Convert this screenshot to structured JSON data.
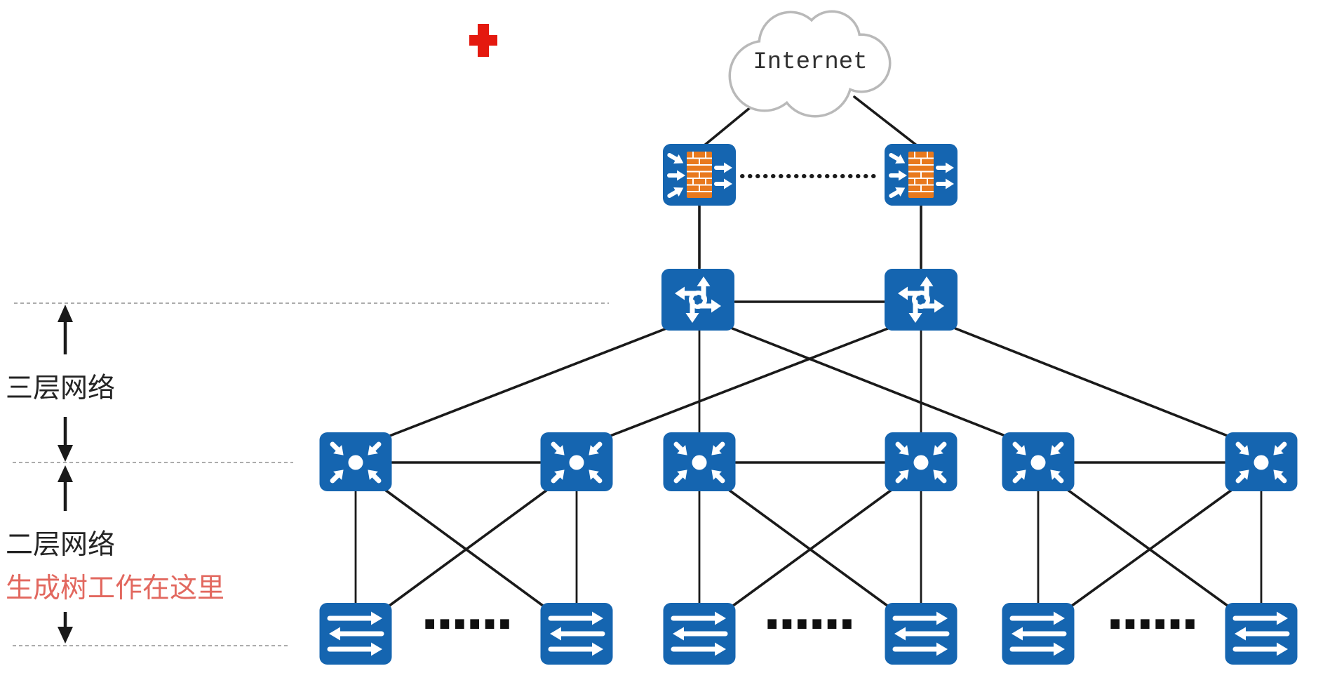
{
  "cloud": {
    "label": "Internet"
  },
  "annotations": {
    "layer3_label": "三层网络",
    "layer2_label": "二层网络",
    "stp_note": "生成树工作在这里",
    "ellipsis": "......"
  },
  "legend_colors": {
    "node_blue": "#1565b0",
    "firewall_brick_orange": "#e8791d",
    "link_black": "#1a1a1a",
    "stp_note_red": "#e2685f",
    "plus_marker_red": "#e4190f",
    "cloud_outline_gray": "#b9b9b9",
    "divider_dash_gray": "#909090"
  },
  "topology": {
    "layers": [
      {
        "name": "internet",
        "nodes": [
          "internet-cloud"
        ]
      },
      {
        "name": "firewalls",
        "nodes": [
          "firewall-1",
          "firewall-2"
        ]
      },
      {
        "name": "core-layer3-routers",
        "nodes": [
          "core-router-1",
          "core-router-2"
        ]
      },
      {
        "name": "aggregation-switches",
        "nodes": [
          "agg-switch-1",
          "agg-switch-2",
          "agg-switch-3",
          "agg-switch-4",
          "agg-switch-5",
          "agg-switch-6"
        ]
      },
      {
        "name": "access-switches",
        "nodes": [
          "access-switch-1",
          "access-switch-2",
          "access-switch-3",
          "access-switch-4",
          "access-switch-5",
          "access-switch-6"
        ]
      }
    ],
    "links": [
      {
        "from": "internet-cloud",
        "to": "firewall-1",
        "style": "solid"
      },
      {
        "from": "internet-cloud",
        "to": "firewall-2",
        "style": "solid"
      },
      {
        "from": "firewall-1",
        "to": "firewall-2",
        "style": "dotted"
      },
      {
        "from": "firewall-1",
        "to": "core-router-1",
        "style": "solid"
      },
      {
        "from": "firewall-2",
        "to": "core-router-2",
        "style": "solid"
      },
      {
        "from": "core-router-1",
        "to": "core-router-2",
        "style": "solid"
      },
      {
        "from": "core-router-1",
        "to": "agg-switch-1",
        "style": "solid"
      },
      {
        "from": "core-router-1",
        "to": "agg-switch-3",
        "style": "solid"
      },
      {
        "from": "core-router-1",
        "to": "agg-switch-5",
        "style": "solid"
      },
      {
        "from": "core-router-2",
        "to": "agg-switch-2",
        "style": "solid"
      },
      {
        "from": "core-router-2",
        "to": "agg-switch-4",
        "style": "solid"
      },
      {
        "from": "core-router-2",
        "to": "agg-switch-6",
        "style": "solid"
      },
      {
        "from": "agg-switch-1",
        "to": "agg-switch-2",
        "style": "solid"
      },
      {
        "from": "agg-switch-3",
        "to": "agg-switch-4",
        "style": "solid"
      },
      {
        "from": "agg-switch-5",
        "to": "agg-switch-6",
        "style": "solid"
      },
      {
        "from": "agg-switch-1",
        "to": "access-switch-1",
        "style": "solid"
      },
      {
        "from": "agg-switch-1",
        "to": "access-switch-2",
        "style": "solid"
      },
      {
        "from": "agg-switch-2",
        "to": "access-switch-1",
        "style": "solid"
      },
      {
        "from": "agg-switch-2",
        "to": "access-switch-2",
        "style": "solid"
      },
      {
        "from": "agg-switch-3",
        "to": "access-switch-3",
        "style": "solid"
      },
      {
        "from": "agg-switch-3",
        "to": "access-switch-4",
        "style": "solid"
      },
      {
        "from": "agg-switch-4",
        "to": "access-switch-3",
        "style": "solid"
      },
      {
        "from": "agg-switch-4",
        "to": "access-switch-4",
        "style": "solid"
      },
      {
        "from": "agg-switch-5",
        "to": "access-switch-5",
        "style": "solid"
      },
      {
        "from": "agg-switch-5",
        "to": "access-switch-6",
        "style": "solid"
      },
      {
        "from": "agg-switch-6",
        "to": "access-switch-5",
        "style": "solid"
      },
      {
        "from": "agg-switch-6",
        "to": "access-switch-6",
        "style": "solid"
      }
    ],
    "zones": [
      {
        "label": "三层网络",
        "between": [
          "top-divider",
          "middle-divider"
        ]
      },
      {
        "label": "二层网络",
        "note": "生成树工作在这里",
        "between": [
          "middle-divider",
          "bottom-divider"
        ]
      }
    ]
  }
}
